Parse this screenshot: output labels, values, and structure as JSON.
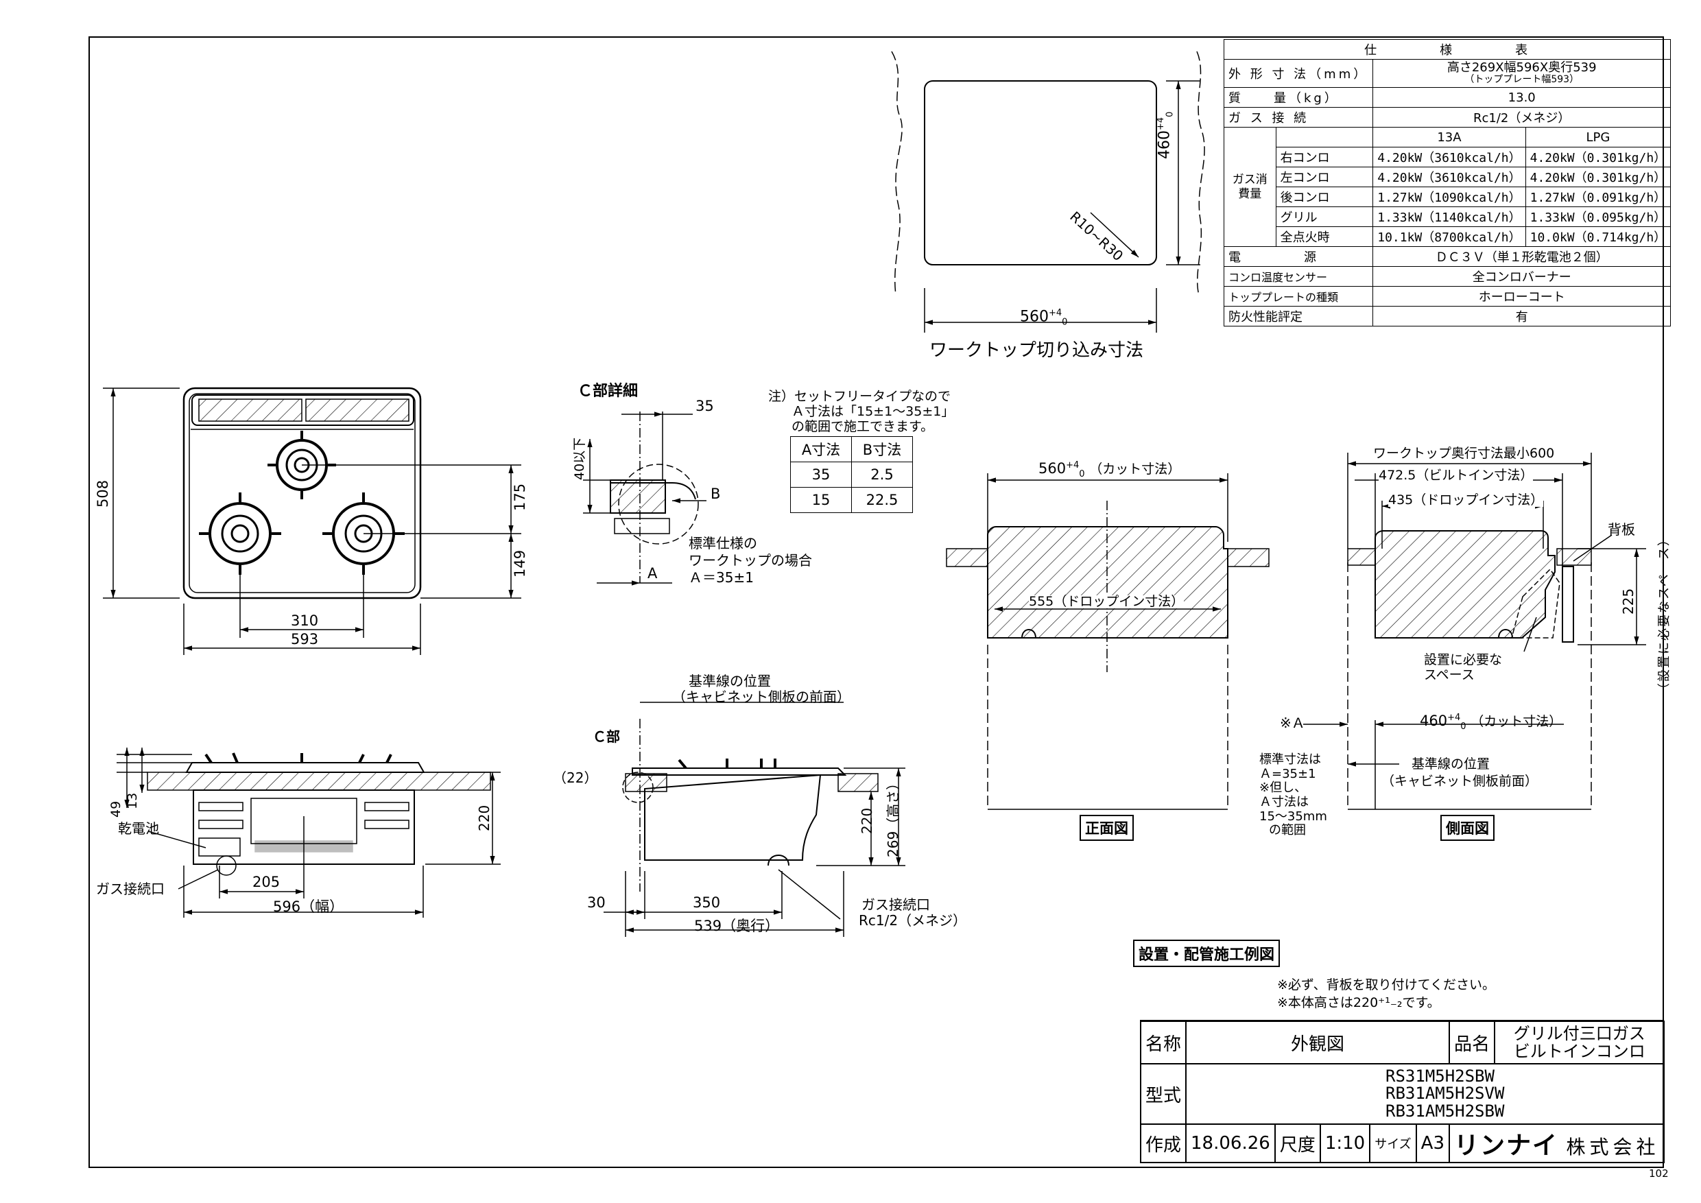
{
  "spec_table": {
    "header": "仕　　　　様　　　　表",
    "rows": [
      {
        "label": "外 形 寸 法（mm）",
        "value": "高さ269X幅596X奥行539",
        "sub": "（トッププレート幅593）"
      },
      {
        "label": "質　　量（kg）",
        "value": "13.0"
      },
      {
        "label": "ガ ス 接 続",
        "value": "Rc1/2（メネジ）"
      }
    ],
    "gas_group_label": "ガス消費量",
    "gas_col_headers": [
      "13A",
      "LPG"
    ],
    "gas_rows": [
      {
        "name": "右コンロ",
        "13a": "4.20kW（3610kcal/h）",
        "lpg": "4.20kW（0.301kg/h）"
      },
      {
        "name": "左コンロ",
        "13a": "4.20kW（3610kcal/h）",
        "lpg": "4.20kW（0.301kg/h）"
      },
      {
        "name": "後コンロ",
        "13a": "1.27kW（1090kcal/h）",
        "lpg": "1.27kW（0.091kg/h）"
      },
      {
        "name": "グリル",
        "13a": "1.33kW（1140kcal/h）",
        "lpg": "1.33kW（0.095kg/h）"
      },
      {
        "name": "全点火時",
        "13a": "10.1kW（8700kcal/h）",
        "lpg": "10.0kW（0.714kg/h）"
      }
    ],
    "tail_rows": [
      {
        "label": "電　　　　源",
        "value": "ＤＣ３Ｖ（単１形乾電池２個）"
      },
      {
        "label": "コンロ温度センサー",
        "value": "全コンロバーナー"
      },
      {
        "label": "トッププレートの種類",
        "value": "ホーローコート"
      },
      {
        "label": "防火性能評定",
        "value": "有"
      }
    ]
  },
  "cutout": {
    "caption": "ワークトップ切り込み寸法",
    "dim_width": "560",
    "dim_depth": "460",
    "tol_plus": "+4",
    "tol_zero": "0",
    "radius": "R10~R30"
  },
  "top_view": {
    "dim_508": "508",
    "dim_175": "175",
    "dim_149": "149",
    "dim_310": "310",
    "dim_593": "593"
  },
  "c_detail": {
    "title": "Ｃ部詳細",
    "dim_35": "35",
    "dim_40": "40以下",
    "label_b": "B",
    "label_a": "A",
    "note": [
      "標準仕様の",
      "ワークトップの場合",
      "Ａ＝35±1"
    ]
  },
  "a_note": {
    "lines": [
      "注）セットフリータイプなので",
      "Ａ寸法は「15±1～35±1」",
      "の範囲で施工できます。"
    ],
    "table_headers": [
      "A寸法",
      "B寸法"
    ],
    "table_rows": [
      [
        "35",
        "2.5"
      ],
      [
        "15",
        "22.5"
      ]
    ]
  },
  "front_view": {
    "dim_49": "49",
    "dim_13": "13",
    "dim_220": "220",
    "dim_205": "205",
    "dim_596": "596（幅）",
    "label_battery": "乾電池",
    "label_gas": "ガス接続口"
  },
  "side_small": {
    "label_c": "Ｃ部",
    "dim_22": "（22）",
    "dim_220": "220",
    "dim_269": "269（高さ）",
    "dim_30": "30",
    "dim_350": "350",
    "dim_539": "539（奥行）",
    "gas_label": [
      "ガス接続口",
      "Rc1/2（メネジ）"
    ],
    "ref_line": [
      "基準線の位置",
      "（キャビネット側板の前面）"
    ]
  },
  "install_front": {
    "dim_560": "560",
    "tol_plus": "+4",
    "tol_zero": "0",
    "cut_label": "（カット寸法）",
    "drop_label": "555（ドロップイン寸法）",
    "caption": "正面図"
  },
  "install_side": {
    "top_label": "ワークトップ奥行寸法最小600",
    "dim_472": "472.5（ビルトイン寸法）",
    "dim_435": "435（ドロップイン寸法）",
    "backboard": "背板",
    "dim_225": "225",
    "space_vertical": "（設置に必要なスペース）",
    "space_label": [
      "設置に必要な",
      "スペース"
    ],
    "mark_a": "※Ａ",
    "dim_460": "460",
    "tol_plus": "+4",
    "tol_zero": "0",
    "cut_label": "（カット寸法）",
    "ref_line": [
      "基準線の位置",
      "（キャビネット側板前面）"
    ],
    "std_note": [
      "標準寸法は",
      "Ａ=35±1",
      "※但し、",
      "Ａ寸法は",
      "15～35mm",
      "の範囲"
    ],
    "caption": "側面図"
  },
  "install_title": "設置・配管施工例図",
  "notes": [
    "※必ず、背板を取り付けてください。",
    "※本体高さは220⁺¹₋₂です。"
  ],
  "title_block": {
    "name_label": "名称",
    "name_value": "外観図",
    "product_label": "品名",
    "product_value": [
      "グリル付三口ガス",
      "ビルトインコンロ"
    ],
    "model_label": "型式",
    "models": [
      "RS31M5H2SBW",
      "RB31AM5H2SVW",
      "RB31AM5H2SBW"
    ],
    "date_label": "作成",
    "date_value": "18.06.26",
    "scale_label": "尺度",
    "scale_value": "1:10",
    "size_label": "サイズ",
    "size_value": "A3",
    "company_logo": "リンナイ",
    "company_suffix": "株式会社"
  },
  "sheet_no": "102"
}
